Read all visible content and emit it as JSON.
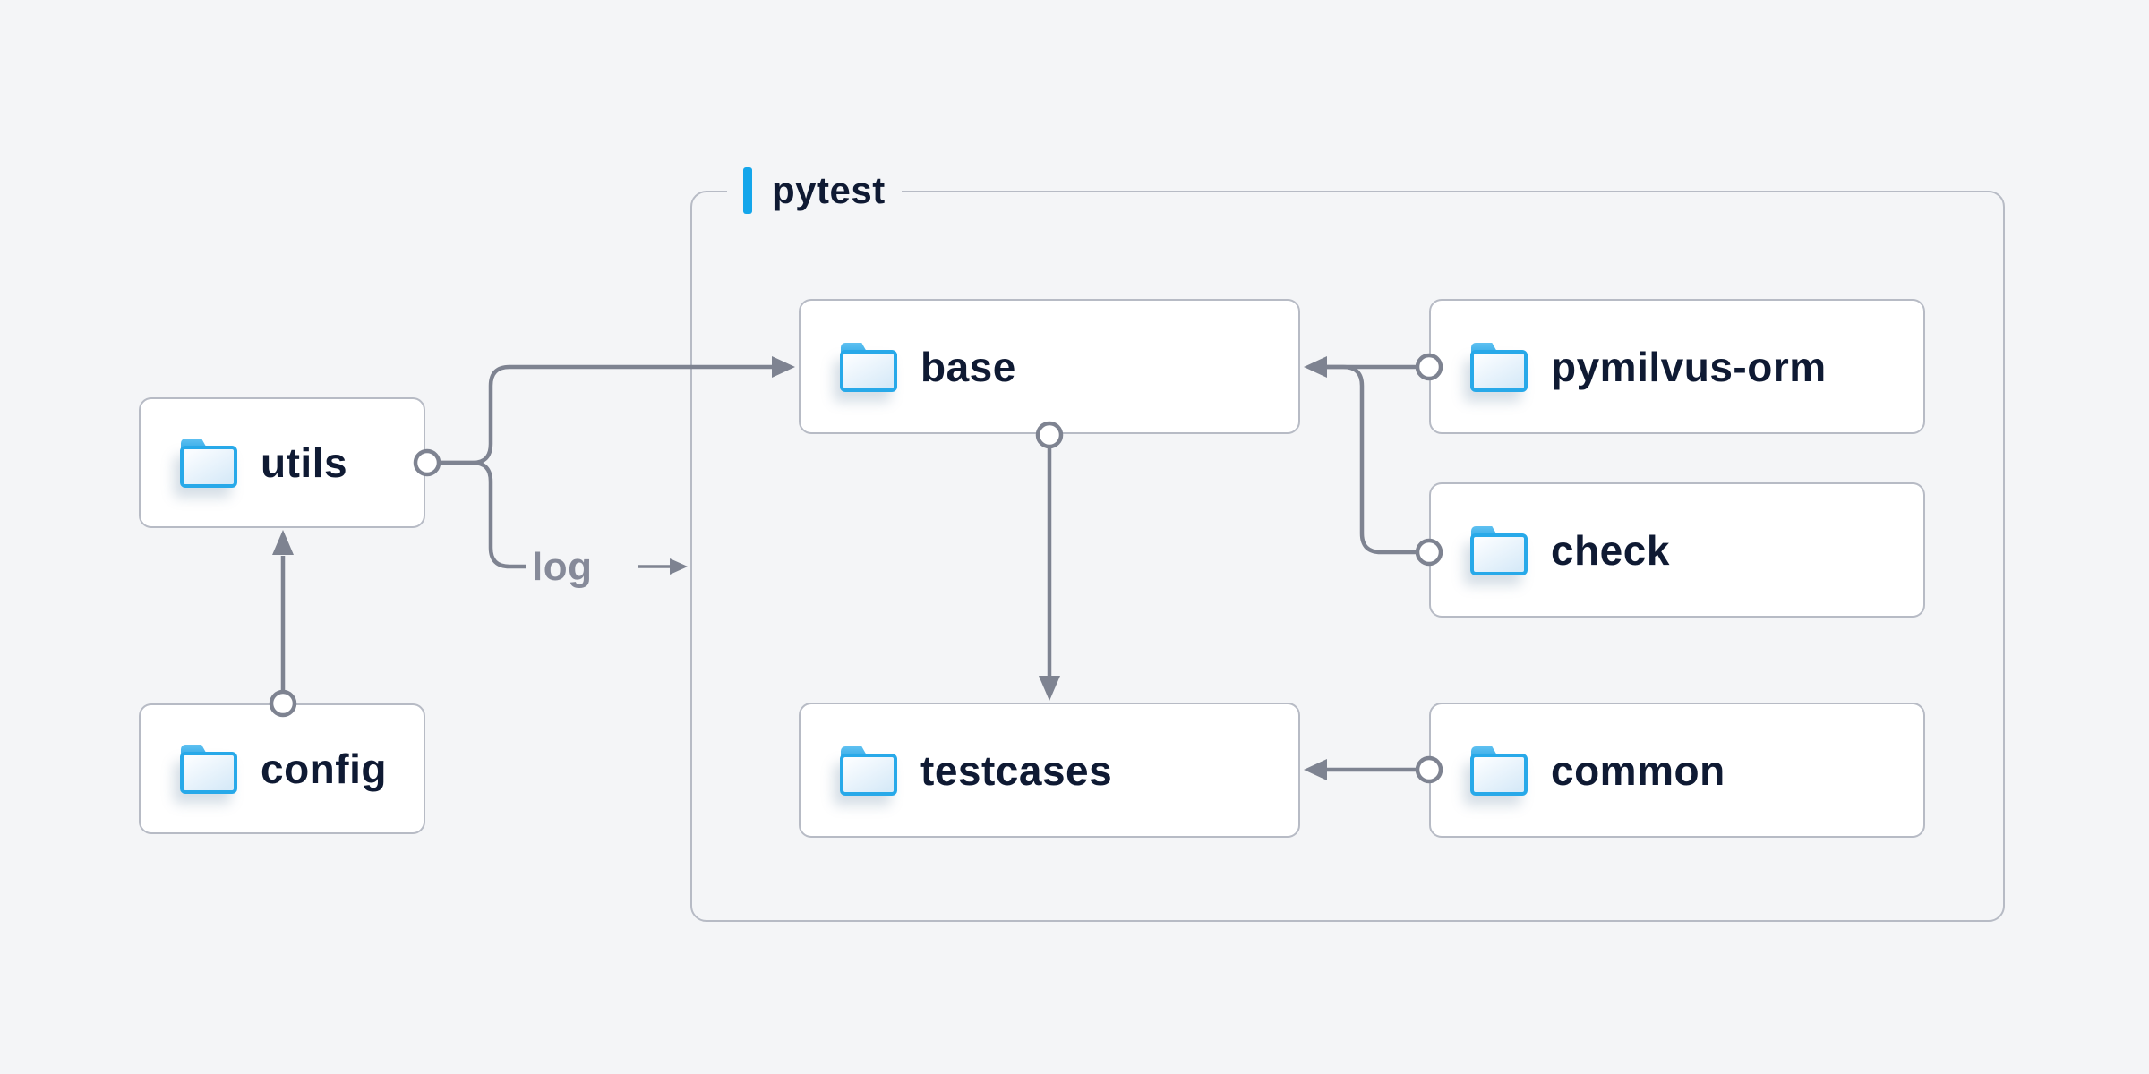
{
  "diagram": {
    "group": {
      "label": "pytest",
      "contains": [
        "base",
        "pymilvus-orm",
        "check",
        "testcases",
        "common"
      ]
    },
    "nodes": [
      {
        "id": "utils",
        "label": "utils",
        "icon": "folder-icon"
      },
      {
        "id": "config",
        "label": "config",
        "icon": "folder-icon"
      },
      {
        "id": "base",
        "label": "base",
        "icon": "folder-icon"
      },
      {
        "id": "pymilvus-orm",
        "label": "pymilvus-orm",
        "icon": "folder-icon"
      },
      {
        "id": "check",
        "label": "check",
        "icon": "folder-icon"
      },
      {
        "id": "testcases",
        "label": "testcases",
        "icon": "folder-icon"
      },
      {
        "id": "common",
        "label": "common",
        "icon": "folder-icon"
      }
    ],
    "edges": [
      {
        "from": "config",
        "to": "utils",
        "label": ""
      },
      {
        "from": "utils",
        "to": "base",
        "label": ""
      },
      {
        "from": "utils",
        "to": "pytest-group",
        "label": "log"
      },
      {
        "from": "pymilvus-orm",
        "to": "base",
        "label": ""
      },
      {
        "from": "check",
        "to": "base",
        "label": ""
      },
      {
        "from": "base",
        "to": "testcases",
        "label": ""
      },
      {
        "from": "common",
        "to": "testcases",
        "label": ""
      }
    ],
    "colors": {
      "background": "#f4f5f7",
      "node_background": "#ffffff",
      "node_border": "#b7bbc5",
      "node_text": "#0f1a33",
      "connector": "#7e8391",
      "edge_label_text": "#868a99",
      "accent_bar": "#14a6eb",
      "folder_blue": "#28a9e9"
    }
  }
}
